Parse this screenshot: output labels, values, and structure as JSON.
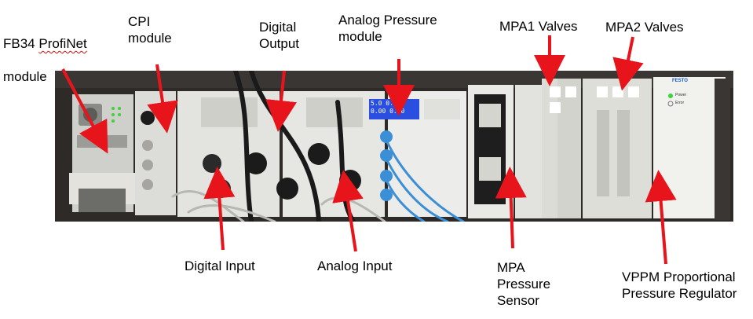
{
  "labels": {
    "fb34_word1": "FB34",
    "fb34_word2": "ProfiNet",
    "fb34_word3": "module",
    "cpi": "CPI\nmodule",
    "digital_output": "Digital\nOutput",
    "analog_pressure": "Analog Pressure\nmodule",
    "mpa1": "MPA1 Valves",
    "mpa2": "MPA2 Valves",
    "digital_input": "Digital Input",
    "analog_input": "Analog Input",
    "mpa_pressure_sensor": "MPA\nPressure\nSensor",
    "vppm": "VPPM Proportional\nPressure Regulator"
  },
  "photo": {
    "display_text": "5.0 0.00\n0.00 0.00",
    "brand_text": "FESTO",
    "power_led_text": "Power",
    "error_led_text": "Error"
  },
  "colors": {
    "arrow": "#e8141c",
    "panel": "#e9e9e6",
    "display": "#2a4fe0",
    "tubing": "#3b8fd6",
    "cable": "#1a1a1a"
  }
}
